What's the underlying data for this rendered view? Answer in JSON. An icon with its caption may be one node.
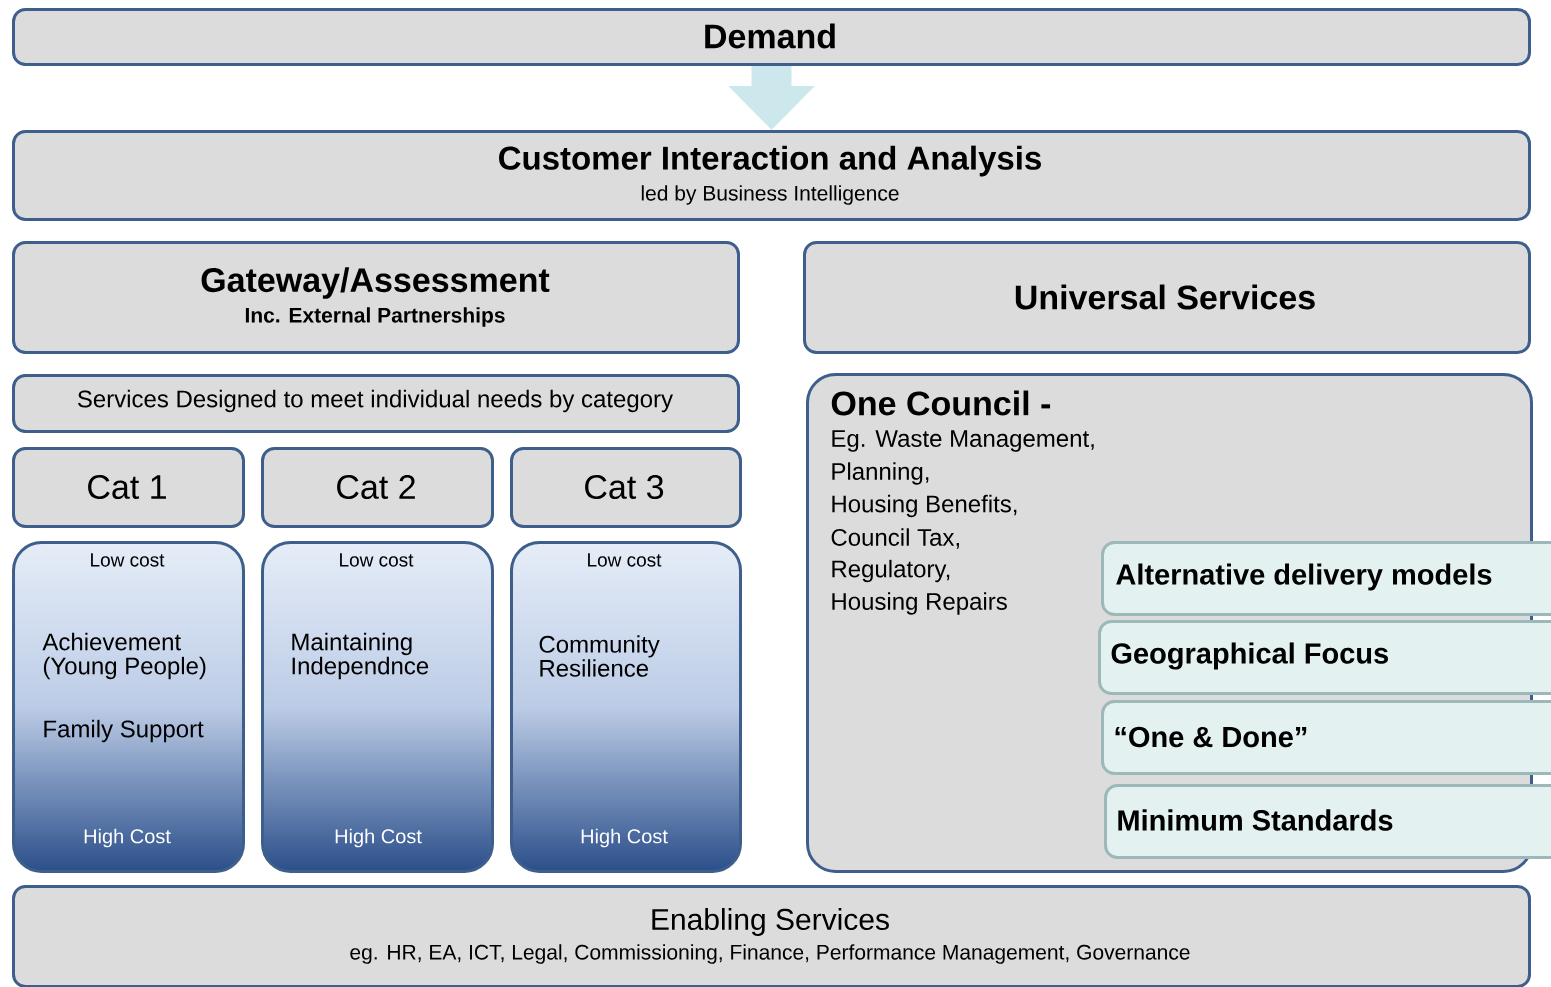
{
  "diagram": {
    "nodes": [
      {
        "text": [
          "Demand"
        ]
      },
      {
        "text": [
          "Customer Interaction and Analysis",
          "led by Business Intelligence"
        ]
      },
      {
        "text": [
          "Gateway/Assessment",
          "Inc. External Partnerships"
        ]
      },
      {
        "text": [
          "Universal Services"
        ]
      },
      {
        "text": [
          "Services Designed to meet individual needs by category"
        ]
      },
      {
        "text": [
          "Cat 1"
        ]
      },
      {
        "text": [
          "Cat 2"
        ]
      },
      {
        "text": [
          "Cat 3"
        ]
      },
      {
        "text": [
          "Low cost",
          "Achievement (Young People)",
          "Family Support",
          "High Cost"
        ]
      },
      {
        "text": [
          "Low cost",
          "Maintaining Independnce",
          "High Cost"
        ]
      },
      {
        "text": [
          "Low cost",
          "Community Resilience",
          "High Cost"
        ]
      },
      {
        "text": [
          "One Council -",
          "Eg. Waste Management,",
          "Planning,",
          "Housing Benefits,",
          "Council Tax,",
          "Regulatory,",
          "Housing Repairs"
        ]
      },
      {
        "text": [
          "Alternative delivery models"
        ]
      },
      {
        "text": [
          "Geographical Focus"
        ]
      },
      {
        "text": [
          "“One & Done”"
        ]
      },
      {
        "text": [
          "Minimum Standards"
        ]
      },
      {
        "text": [
          "Enabling Services",
          "eg. HR, EA, ICT, Legal, Commissioning, Finance, Performance Management, Governance"
        ]
      }
    ],
    "edges": [
      {
        "from": 0,
        "to": 1,
        "arrow": "to"
      }
    ]
  }
}
